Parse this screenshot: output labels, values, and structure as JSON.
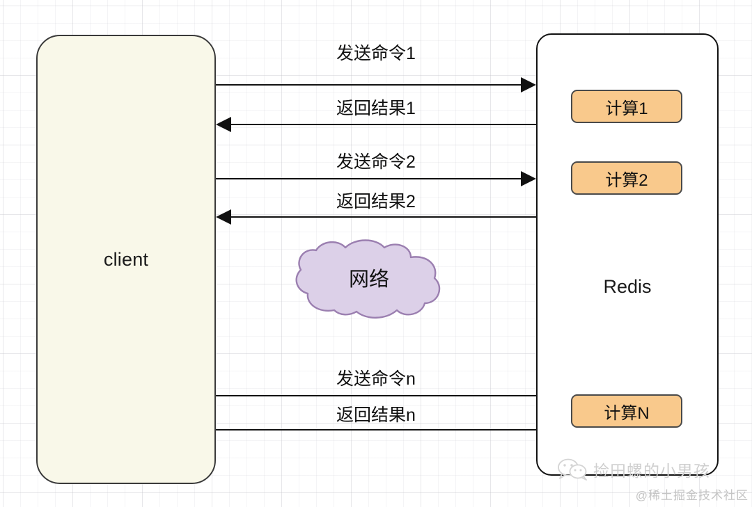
{
  "diagram": {
    "title": "Redis client-server round trip diagram",
    "client": {
      "label": "client",
      "fill": "#f9f8e9",
      "stroke": "#3a3a3a"
    },
    "server": {
      "label": "Redis",
      "fill": "#ffffff",
      "stroke": "#111111",
      "compute_chips": [
        {
          "label": "计算1",
          "fill": "#f9c98c",
          "stroke": "#4a4a4a"
        },
        {
          "label": "计算2",
          "fill": "#f9c98c",
          "stroke": "#4a4a4a"
        },
        {
          "label": "计算N",
          "fill": "#f9c98c",
          "stroke": "#4a4a4a"
        }
      ]
    },
    "network_cloud": {
      "label": "网络",
      "fill": "#dcd0e8",
      "stroke": "#9b7fb0"
    },
    "messages": [
      {
        "label": "发送命令1",
        "direction": "right",
        "arrow": true
      },
      {
        "label": "返回结果1",
        "direction": "left",
        "arrow": true
      },
      {
        "label": "发送命令2",
        "direction": "right",
        "arrow": true
      },
      {
        "label": "返回结果2",
        "direction": "left",
        "arrow": true
      },
      {
        "label": "发送命令n",
        "direction": "right",
        "arrow": false
      },
      {
        "label": "返回结果n",
        "direction": "left",
        "arrow": false
      }
    ],
    "watermark": {
      "icon": "wechat-icon",
      "name": "捡田螺的小男孩",
      "source": "@稀土掘金技术社区",
      "color": "#cfcfcf"
    }
  }
}
